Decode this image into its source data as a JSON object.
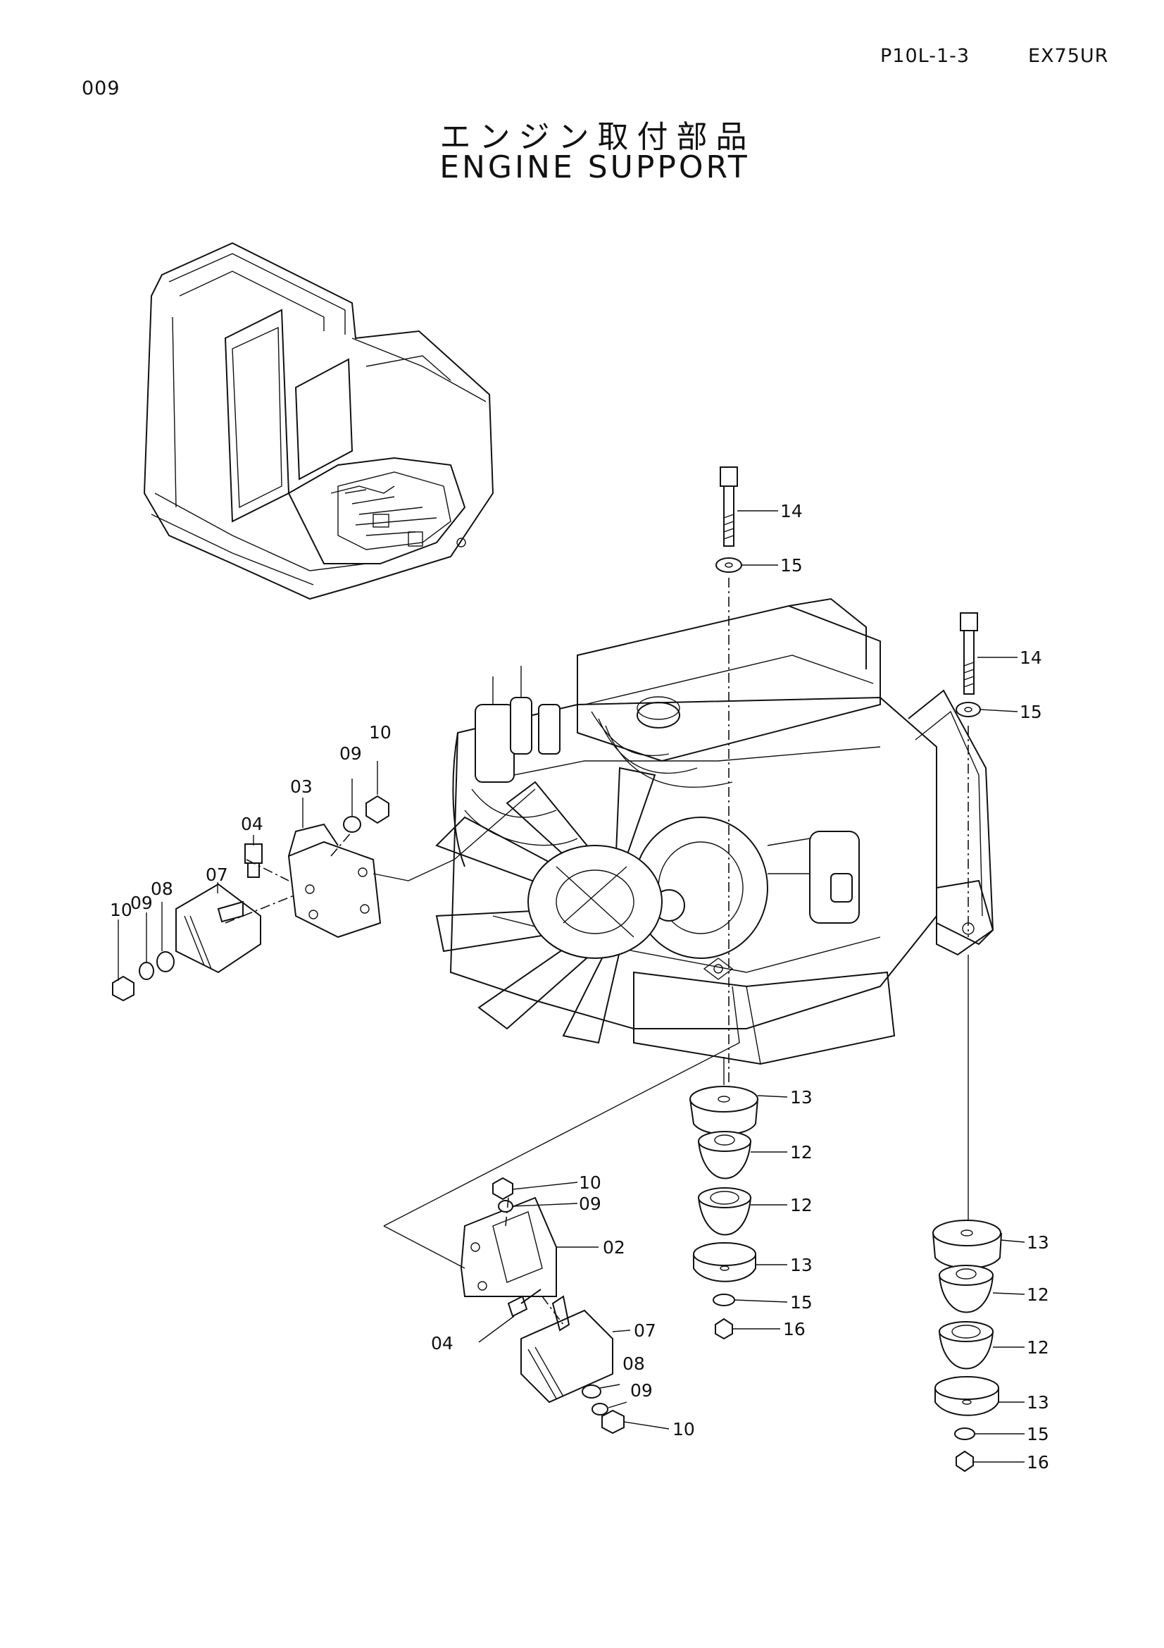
{
  "header": {
    "page_number": "009",
    "reference_code": "P10L-1-3",
    "model": "EX75UR"
  },
  "title": {
    "japanese": "エンジン取付部品",
    "english": "ENGINE SUPPORT"
  },
  "callouts": {
    "c02": "02",
    "c03": "03",
    "c04a": "04",
    "c04b": "04",
    "c07a": "07",
    "c07b": "07",
    "c08a": "08",
    "c08b": "08",
    "c09a": "09",
    "c09b": "09",
    "c09c": "09",
    "c09d": "09",
    "c10a": "10",
    "c10b": "10",
    "c10c": "10",
    "c10d": "10",
    "c12a": "12",
    "c12b": "12",
    "c12c": "12",
    "c12d": "12",
    "c13a": "13",
    "c13b": "13",
    "c13c": "13",
    "c13d": "13",
    "c14a": "14",
    "c14b": "14",
    "c15a": "15",
    "c15b": "15",
    "c15c": "15",
    "c15d": "15",
    "c16a": "16",
    "c16b": "16"
  }
}
